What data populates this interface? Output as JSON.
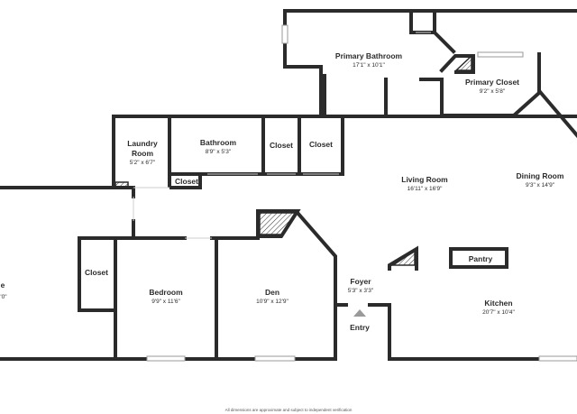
{
  "rooms": {
    "primary_bathroom": {
      "name": "Primary Bathroom",
      "dims": "17'1\" x 10'1\""
    },
    "primary_closet": {
      "name": "Primary Closet",
      "dims": "9'2\" x 5'8\""
    },
    "laundry": {
      "name_line1": "Laundry",
      "name_line2": "Room",
      "dims": "5'2\" x 6'7\""
    },
    "bathroom": {
      "name": "Bathroom",
      "dims": "8'9\" x 5'3\""
    },
    "closet_1": {
      "name": "Closet"
    },
    "closet_2": {
      "name": "Closet"
    },
    "closet_3": {
      "name": "Closet"
    },
    "closet_4": {
      "name": "Closet"
    },
    "living_room": {
      "name": "Living Room",
      "dims": "16'11\" x 16'9\""
    },
    "dining_room": {
      "name": "Dining Room",
      "dims": "9'3\" x 14'9\""
    },
    "pantry": {
      "name": "Pantry"
    },
    "bedroom": {
      "name": "Bedroom",
      "dims": "9'9\" x 11'6\""
    },
    "den": {
      "name": "Den",
      "dims": "10'9\" x 12'9\""
    },
    "foyer": {
      "name": "Foyer",
      "dims": "5'3\" x 3'3\""
    },
    "kitchen": {
      "name": "Kitchen",
      "dims": "20'7\" x 10'4\""
    },
    "partial_left": {
      "name_fragment": "e",
      "dims_fragment": "'0\""
    }
  },
  "entry_label": "Entry",
  "disclaimer": "All dimensions are approximate and subject to independent verification",
  "colors": {
    "wall": "#2b2b2b",
    "window": "#9a9a9a",
    "background": "#ffffff"
  }
}
